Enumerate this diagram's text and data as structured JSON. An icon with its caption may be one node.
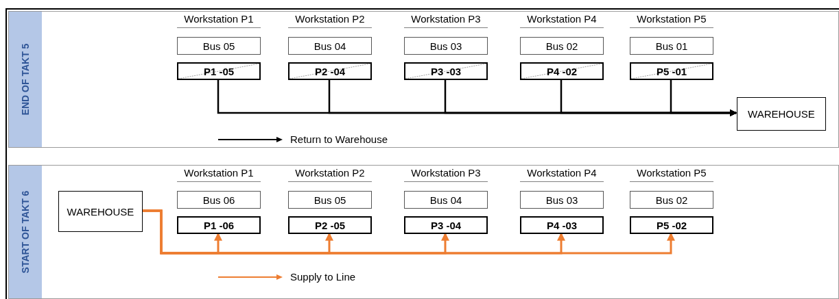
{
  "diagram": {
    "nodes": [
      {
        "text": [
          "END OF TAKT 5"
        ]
      },
      {
        "text": [
          "Bus 05"
        ],
        "in": 0
      },
      {
        "text": [
          "Bus 04"
        ],
        "in": 0
      },
      {
        "text": [
          "Bus 03"
        ],
        "in": 0
      },
      {
        "text": [
          "Bus 02"
        ],
        "in": 0
      },
      {
        "text": [
          "Bus 01"
        ],
        "in": 0
      },
      {
        "text": [
          "P1 -05"
        ],
        "in": 0
      },
      {
        "text": [
          "P2 -04"
        ],
        "in": 0
      },
      {
        "text": [
          "P3 -03"
        ],
        "in": 0
      },
      {
        "text": [
          "P4 -02"
        ],
        "in": 0
      },
      {
        "text": [
          "P5 -01"
        ],
        "in": 0
      },
      {
        "text": [
          "WAREHOUSE"
        ],
        "in": 0
      },
      {
        "text": [
          "START OF TAKT 6"
        ]
      },
      {
        "text": [
          "WAREHOUSE"
        ],
        "in": 12
      },
      {
        "text": [
          "Bus 06"
        ],
        "in": 12
      },
      {
        "text": [
          "Bus 05"
        ],
        "in": 12
      },
      {
        "text": [
          "Bus 04"
        ],
        "in": 12
      },
      {
        "text": [
          "Bus 03"
        ],
        "in": 12
      },
      {
        "text": [
          "Bus 02"
        ],
        "in": 12
      },
      {
        "text": [
          "P1 -06"
        ],
        "in": 12
      },
      {
        "text": [
          "P2 -05"
        ],
        "in": 12
      },
      {
        "text": [
          "P3 -04"
        ],
        "in": 12
      },
      {
        "text": [
          "P4 -03"
        ],
        "in": 12
      },
      {
        "text": [
          "P5 -02"
        ],
        "in": 12
      }
    ],
    "edges": [
      {
        "from": 6,
        "to": 11,
        "arrow": "to"
      },
      {
        "from": 7,
        "to": 11,
        "arrow": "to"
      },
      {
        "from": 8,
        "to": 11,
        "arrow": "to"
      },
      {
        "from": 9,
        "to": 11,
        "arrow": "to"
      },
      {
        "from": 10,
        "to": 11,
        "arrow": "to"
      },
      {
        "from": 13,
        "to": 19,
        "arrow": "to",
        "color": "#ed7d31"
      },
      {
        "from": 13,
        "to": 20,
        "arrow": "to",
        "color": "#ed7d31"
      },
      {
        "from": 13,
        "to": 21,
        "arrow": "to",
        "color": "#ed7d31"
      },
      {
        "from": 13,
        "to": 22,
        "arrow": "to",
        "color": "#ed7d31"
      },
      {
        "from": 13,
        "to": 23,
        "arrow": "to",
        "color": "#ed7d31"
      }
    ],
    "labels": [
      "Workstation P1",
      "Workstation P2",
      "Workstation P3",
      "Workstation P4",
      "Workstation P5",
      "Workstation P1",
      "Workstation P2",
      "Workstation P3",
      "Workstation P4",
      "Workstation P5"
    ],
    "legend": [
      {
        "text": "Return to Warehouse"
      },
      {
        "text": "Supply to Line"
      }
    ]
  }
}
